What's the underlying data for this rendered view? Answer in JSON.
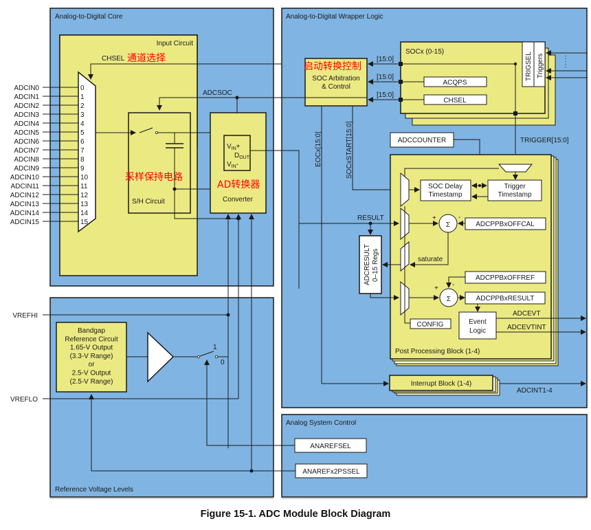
{
  "colors": {
    "panel": "#80b4e2",
    "block": "#ebe982",
    "register": "#ffffff",
    "annotation": "#ff0000",
    "line": "#1a1a1a"
  },
  "panels": {
    "core": "Analog-to-Digital Core",
    "wrapper": "Analog-to-Digital Wrapper Logic",
    "reference": "Reference Voltage Levels",
    "system": "Analog System Control"
  },
  "input_circuit": {
    "title": "Input Circuit",
    "chsel_label": "CHSEL",
    "chsel_annotation": "通道选择",
    "adcsoc_label": "ADCSOC",
    "pins": [
      "ADCIN0",
      "ADCIN1",
      "ADCIN2",
      "ADCIN3",
      "ADCIN4",
      "ADCIN5",
      "ADCIN6",
      "ADCIN7",
      "ADCIN8",
      "ADCIN9",
      "ADCIN10",
      "ADCIN11",
      "ADCIN12",
      "ADCIN13",
      "ADCIN14",
      "ADCIN15"
    ],
    "mux_inputs": [
      "0",
      "1",
      "2",
      "3",
      "4",
      "5",
      "6",
      "7",
      "8",
      "9",
      "10",
      "11",
      "12",
      "13",
      "14",
      "15"
    ],
    "sh_title": "S/H Circuit",
    "sh_annotation": "采样保持电路"
  },
  "converter": {
    "title": "Converter",
    "annotation": "AD转换器",
    "vin_plus": "V",
    "vin_plus_sub": "IN",
    "vin_plus_suffix": "+",
    "vin_minus": "V",
    "vin_minus_sub": "IN",
    "vin_minus_suffix": "-",
    "dout": "D",
    "dout_sub": "OUT"
  },
  "reference": {
    "vrefhi": "VREFHI",
    "vreflo": "VREFLO",
    "bandgap_lines": [
      "Bandgap",
      "Reference Circuit",
      "1.65-V Output",
      "(3.3-V Range)",
      "or",
      "2.5-V Output",
      "(2.5-V Range)"
    ],
    "switch_1": "1",
    "switch_0": "0"
  },
  "wrapper": {
    "soc_arb_annotation": "启动转换控制",
    "soc_arb_lines": [
      "SOC Arbitration",
      "& Control"
    ],
    "soc_block_title": "SOCx (0-15)",
    "bus_labels": [
      "[15:0]",
      "[15:0]",
      "[15:0]"
    ],
    "acqps": "ACQPS",
    "chsel": "CHSEL",
    "trigsel": "TRIGSEL",
    "triggers": "Triggers",
    "adccounter": "ADCCOUNTER",
    "trigger_bus": "TRIGGER[15:0]",
    "eocx": "EOCx[15:0]",
    "socxstart": "SOCxSTART[15:0]",
    "result": "RESULT",
    "adcresult_lines": [
      "ADCRESULT",
      "0–15 Regs"
    ],
    "soc_delay_lines": [
      "SOC Delay",
      "Timestamp"
    ],
    "trigger_ts_lines": [
      "Trigger",
      "Timestamp"
    ],
    "sigma": "Σ",
    "offcal": "ADCPPBxOFFCAL",
    "saturate": "saturate",
    "offref": "ADCPPBxOFFREF",
    "ppbresult": "ADCPPBxRESULT",
    "config": "CONFIG",
    "event_lines": [
      "Event",
      "Logic"
    ],
    "adcevt": "ADCEVT",
    "adcevtint": "ADCEVTINT",
    "ppb_title": "Post Processing Block (1-4)",
    "interrupt_block": "Interrupt Block (1-4)",
    "adcint": "ADCINT1-4",
    "plus": "+",
    "minus": "-"
  },
  "system": {
    "anarefsel": "ANAREFSEL",
    "anarefx2pssel": "ANAREFx2PSSEL"
  },
  "caption": "Figure 15-1. ADC Module Block Diagram"
}
